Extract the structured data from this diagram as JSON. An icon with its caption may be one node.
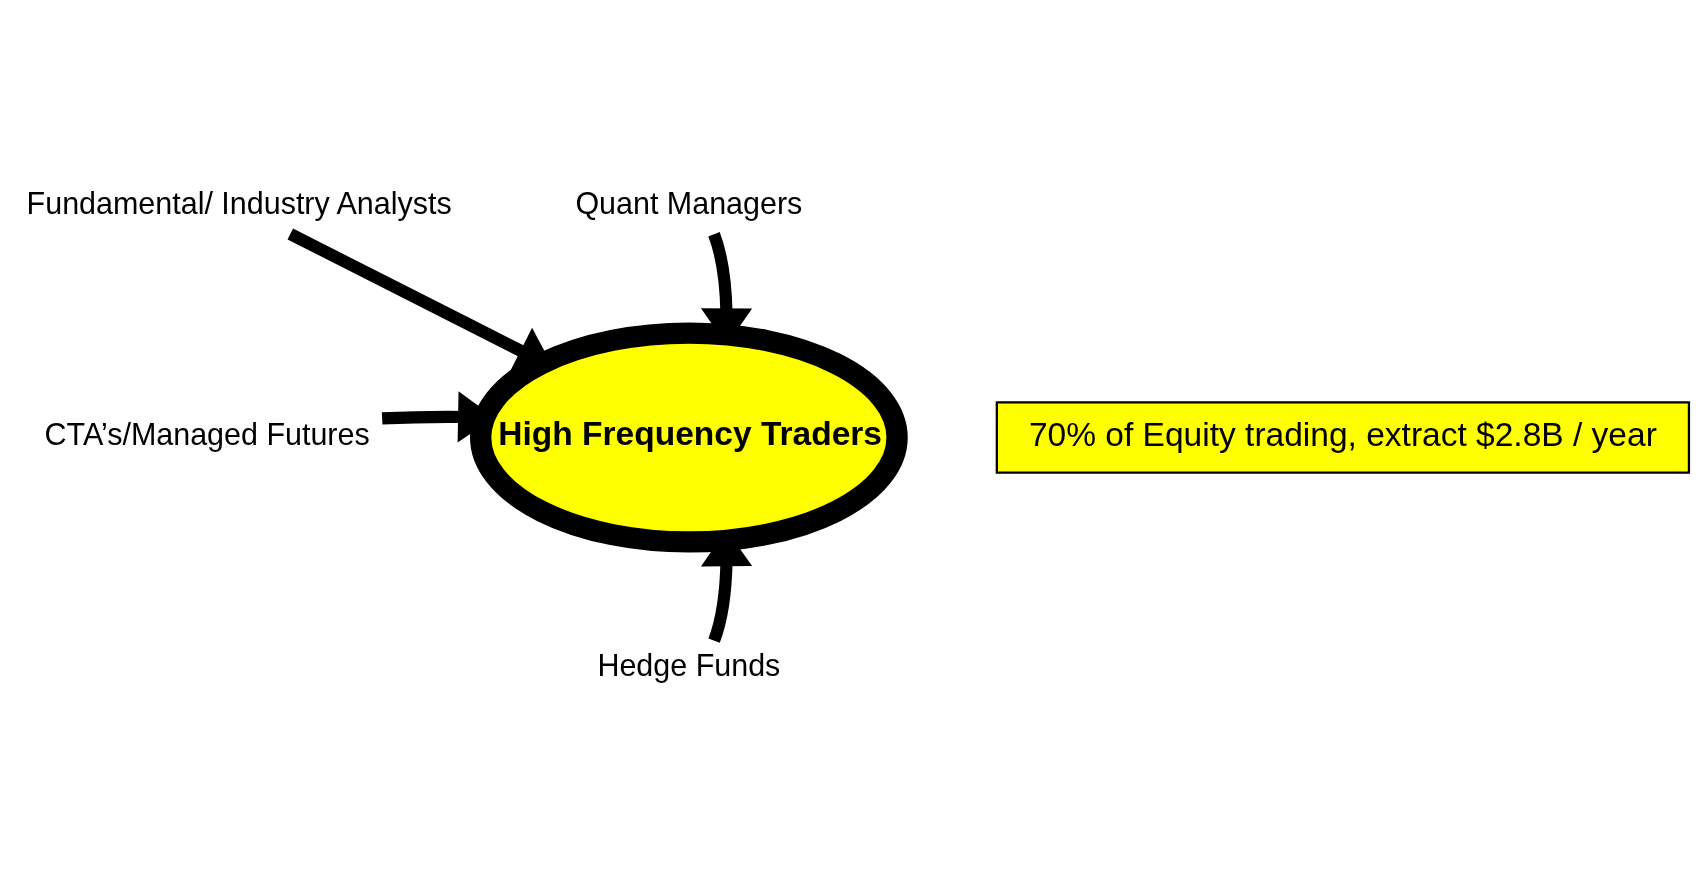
{
  "diagram": {
    "nodes": [
      {
        "text": [
          "Fundamental/ Industry Analysts"
        ]
      },
      {
        "text": [
          "Quant Managers"
        ]
      },
      {
        "text": [
          "High Frequency Traders"
        ]
      },
      {
        "text": [
          "CTA’s/Managed Futures"
        ]
      },
      {
        "text": [
          "70% of Equity trading, extract $2.8B / year"
        ]
      },
      {
        "text": [
          "Hedge Funds"
        ]
      }
    ],
    "edges": [
      {
        "from": 0,
        "to": 2,
        "arrow": "to"
      },
      {
        "from": 1,
        "to": 2,
        "arrow": "to"
      },
      {
        "from": 3,
        "to": 2,
        "arrow": "to"
      },
      {
        "from": 5,
        "to": 2,
        "arrow": "to"
      }
    ]
  }
}
